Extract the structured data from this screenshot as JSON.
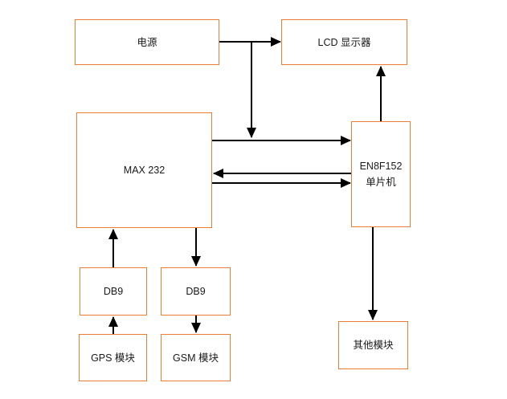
{
  "diagram": {
    "type": "block-diagram",
    "colors": {
      "box_border": "#ed7d31",
      "box_fill": "#ffffff",
      "arrow": "#000000",
      "text": "#1a1a1a",
      "background": "#ffffff"
    },
    "nodes": {
      "power": {
        "label": "电源"
      },
      "lcd": {
        "label": "LCD 显示器"
      },
      "max232": {
        "label": "MAX 232"
      },
      "mcu": {
        "label_line1": "EN8F152",
        "label_line2": "单片机"
      },
      "db9_left": {
        "label": "DB9"
      },
      "db9_right": {
        "label": "DB9"
      },
      "gps": {
        "label": "GPS 模块"
      },
      "gsm": {
        "label": "GSM 模块"
      },
      "other": {
        "label": "其他模块"
      }
    },
    "edges": [
      {
        "from": "power",
        "to": "lcd",
        "arrow": "right"
      },
      {
        "from": "power",
        "to": "max232-mcu-bus",
        "arrow": "down",
        "note": "branch off the power-to-lcd line down onto the MAX232-to-MCU line"
      },
      {
        "from": "max232",
        "to": "mcu",
        "arrow": "right"
      },
      {
        "from": "mcu",
        "to": "max232",
        "arrow": "left"
      },
      {
        "from": "max232",
        "to": "mcu",
        "arrow": "right"
      },
      {
        "from": "mcu",
        "to": "lcd",
        "arrow": "up"
      },
      {
        "from": "db9_left",
        "to": "max232",
        "arrow": "up"
      },
      {
        "from": "max232",
        "to": "db9_right",
        "arrow": "down"
      },
      {
        "from": "gps",
        "to": "db9_left",
        "arrow": "up"
      },
      {
        "from": "db9_right",
        "to": "gsm",
        "arrow": "down"
      },
      {
        "from": "mcu",
        "to": "other",
        "arrow": "down"
      }
    ]
  }
}
